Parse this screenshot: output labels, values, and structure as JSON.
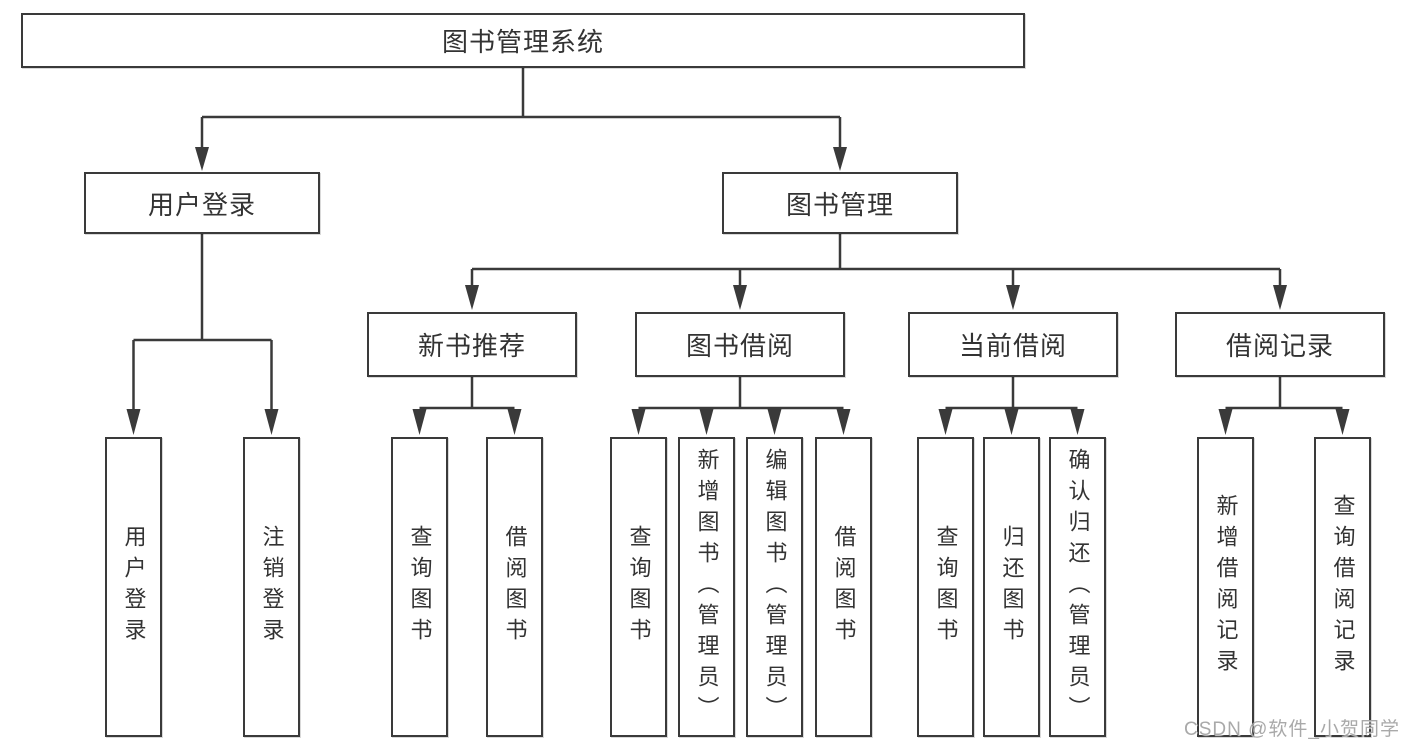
{
  "root": {
    "label": "图书管理系统"
  },
  "user_branch": {
    "label": "用户登录",
    "children": [
      {
        "label": "用户登录"
      },
      {
        "label": "注销登录"
      }
    ]
  },
  "book_branch": {
    "label": "图书管理",
    "groups": [
      {
        "label": "新书推荐",
        "children": [
          {
            "label": "查询图书"
          },
          {
            "label": "借阅图书"
          }
        ]
      },
      {
        "label": "图书借阅",
        "children": [
          {
            "label": "查询图书"
          },
          {
            "label": "新增图书（管理员）"
          },
          {
            "label": "编辑图书（管理员）"
          },
          {
            "label": "借阅图书"
          }
        ]
      },
      {
        "label": "当前借阅",
        "children": [
          {
            "label": "查询图书"
          },
          {
            "label": "归还图书"
          },
          {
            "label": "确认归还（管理员）"
          }
        ]
      },
      {
        "label": "借阅记录",
        "children": [
          {
            "label": "新增借阅记录"
          },
          {
            "label": "查询借阅记录"
          }
        ]
      }
    ]
  },
  "watermark": {
    "text": "CSDN @软件_小贺同学"
  },
  "colors": {
    "line": "#3a3a3a",
    "text": "#333333",
    "watermark": "#a4a4a4",
    "background": "#ffffff"
  }
}
